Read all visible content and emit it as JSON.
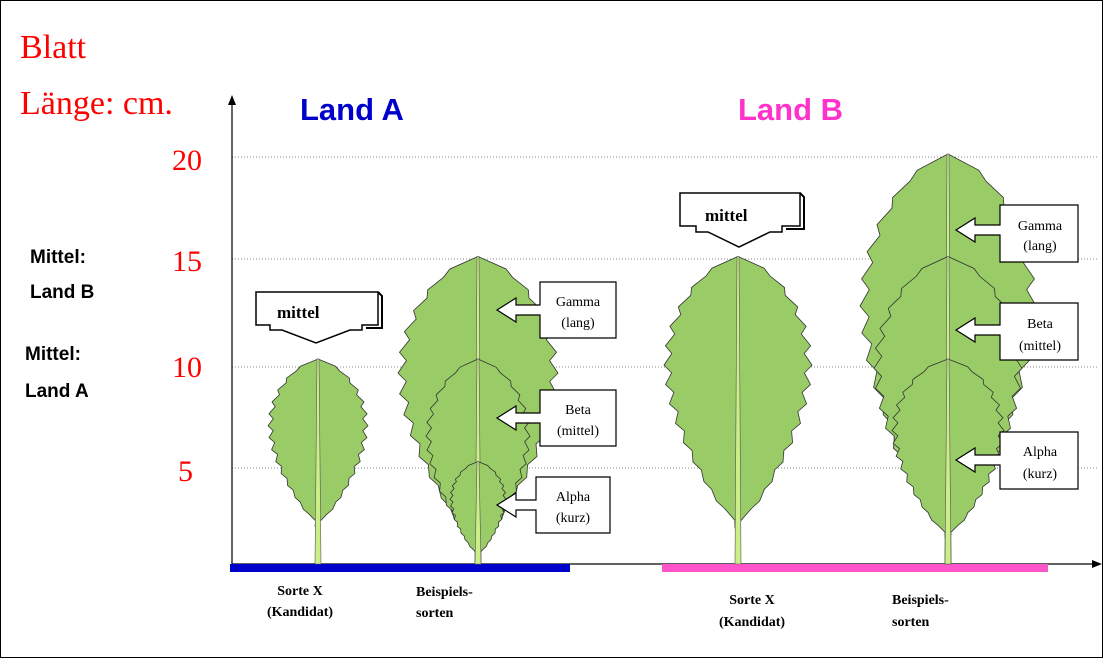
{
  "title": {
    "line1": "Blatt",
    "line2": "Länge: cm.",
    "color": "#ff0000"
  },
  "regions": {
    "land_a": {
      "label": "Land A",
      "color": "#0000cc"
    },
    "land_b": {
      "label": "Land B",
      "color": "#ff33cc"
    }
  },
  "side_labels": {
    "mean_b": {
      "line1": "Mittel:",
      "line2": "Land B"
    },
    "mean_a": {
      "line1": "Mittel:",
      "line2": "Land A"
    }
  },
  "axis": {
    "ticks": [
      "20",
      "15",
      "10",
      "5"
    ],
    "tick_values": [
      20,
      15,
      10,
      5
    ]
  },
  "callouts": {
    "mittel_a": "mittel",
    "mittel_b": "mittel",
    "a_gamma": {
      "line1": "Gamma",
      "line2": "(lang)"
    },
    "a_beta": {
      "line1": "Beta",
      "line2": "(mittel)"
    },
    "a_alpha": {
      "line1": "Alpha",
      "line2": "(kurz)"
    },
    "b_gamma": {
      "line1": "Gamma",
      "line2": "(lang)"
    },
    "b_beta": {
      "line1": "Beta",
      "line2": "(mittel)"
    },
    "b_alpha": {
      "line1": "Alpha",
      "line2": "(kurz)"
    }
  },
  "x_labels": {
    "a_candidate": {
      "line1": "Sorte X",
      "line2": "(Kandidat)"
    },
    "a_examples": {
      "line1": "Beispiels-",
      "line2": "sorten"
    },
    "b_candidate": {
      "line1": "Sorte X",
      "line2": "(Kandidat)"
    },
    "b_examples": {
      "line1": "Beispiels-",
      "line2": "sorten"
    }
  },
  "leaf_color": "#99cc66",
  "chart_data": {
    "type": "diagram",
    "groups": [
      {
        "name": "Land A",
        "candidate_length": 10,
        "example_lengths": {
          "Alpha": 5,
          "Beta": 10,
          "Gamma": 15
        }
      },
      {
        "name": "Land B",
        "candidate_length": 15,
        "example_lengths": {
          "Alpha": 10,
          "Beta": 15,
          "Gamma": 20
        }
      }
    ]
  }
}
